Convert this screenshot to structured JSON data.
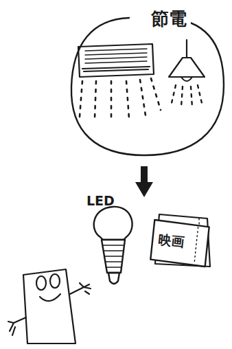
{
  "diagram": {
    "nodes": [
      {
        "text": [
          "節電"
        ]
      },
      {
        "text": [
          "LED"
        ]
      },
      {
        "text": [
          "映画"
        ]
      }
    ],
    "edges": [
      {
        "from": 0,
        "to": 1,
        "arrow": "to"
      }
    ]
  }
}
